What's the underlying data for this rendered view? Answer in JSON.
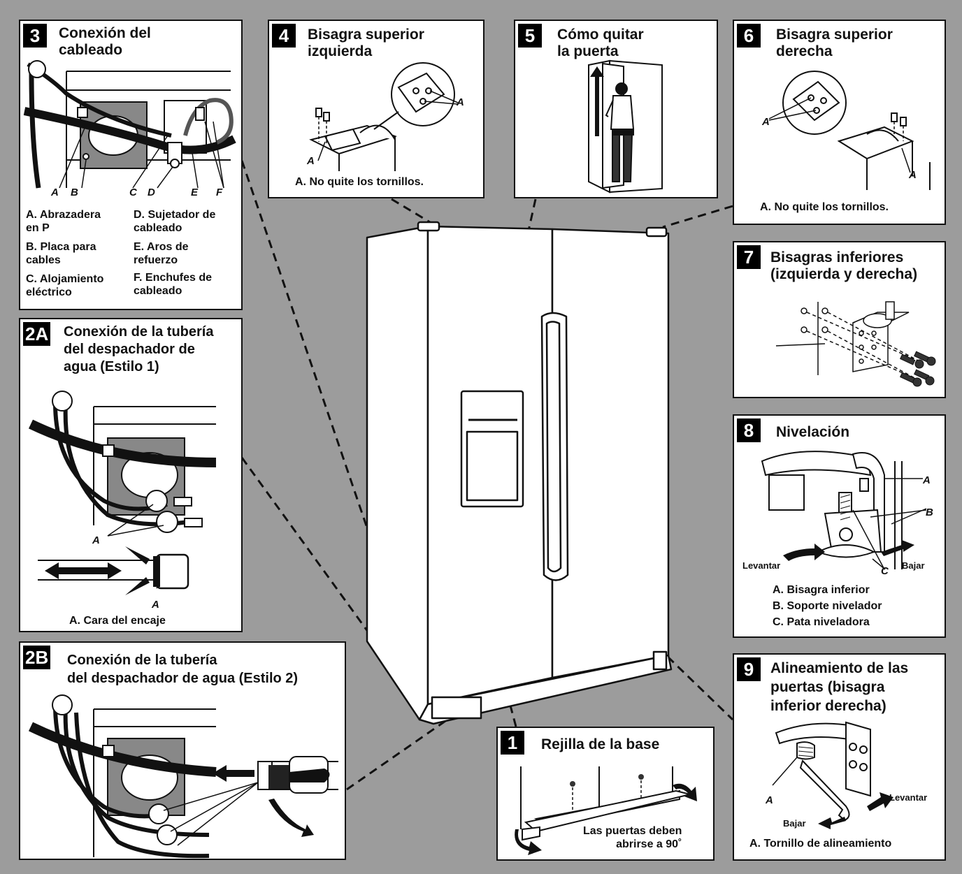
{
  "panels": {
    "p3": {
      "number": "3",
      "title": "Conexión del\ncableado",
      "letters": [
        "A",
        "B",
        "C",
        "D",
        "E",
        "F"
      ],
      "legend": {
        "a": "A. Abrazadera\n     en P",
        "b": "B. Placa para\n     cables",
        "c": "C. Alojamiento\n     eléctrico",
        "d": "D. Sujetador de\n     cableado",
        "e": "E. Aros de\n     refuerzo",
        "f": "F.  Enchufes de\n     cableado"
      }
    },
    "p4": {
      "number": "4",
      "title": "Bisagra superior\nizquierda",
      "letters": [
        "A",
        "A"
      ],
      "caption": "A. No quite los tornillos."
    },
    "p5": {
      "number": "5",
      "title": "Cómo quitar\nla puerta"
    },
    "p6": {
      "number": "6",
      "title": "Bisagra superior\nderecha",
      "letters": [
        "A",
        "A"
      ],
      "caption": "A. No quite los tornillos."
    },
    "p7": {
      "number": "7",
      "title": "Bisagras inferiores\n(izquierda y derecha)"
    },
    "p8": {
      "number": "8",
      "title": "Nivelación",
      "letters": [
        "A",
        "B",
        "C"
      ],
      "lift": "Levantar",
      "lower": "Bajar",
      "legend": [
        "A. Bisagra inferior",
        "B. Soporte nivelador",
        "C. Pata niveladora"
      ]
    },
    "p2a": {
      "number": "2A",
      "title": "Conexión de la tubería\ndel despachador de\nagua (Estilo 1)",
      "letters": [
        "A",
        "A"
      ],
      "caption": "A. Cara del encaje"
    },
    "p2b": {
      "number": "2B",
      "title": "Conexión de la tubería\ndel despachador de agua (Estilo 2)"
    },
    "p1": {
      "number": "1",
      "title": "Rejilla de la base",
      "note": "Las puertas deben\nabrirse a 90˚"
    },
    "p9": {
      "number": "9",
      "title": "Alineamiento de las\npuertas (bisagra\ninferior derecha)",
      "letter": "A",
      "lift": "Levantar",
      "lower": "Bajar",
      "caption": "A. Tornillo de alineamiento"
    }
  }
}
